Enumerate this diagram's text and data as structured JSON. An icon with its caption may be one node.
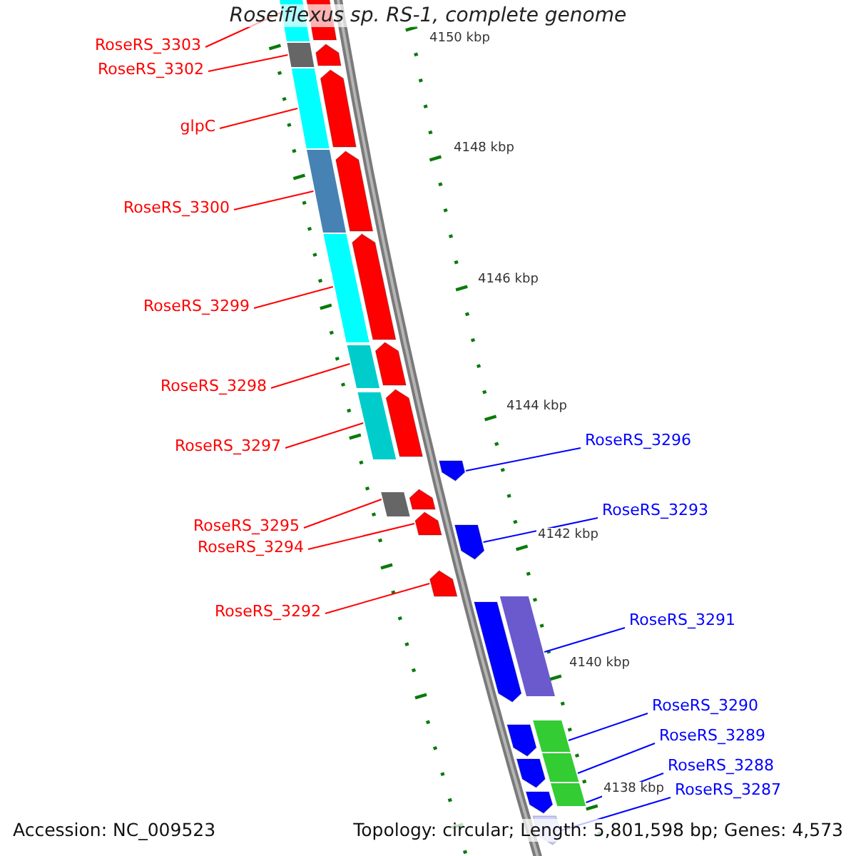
{
  "diagram": {
    "title": "Roseiflexus sp. RS-1, complete genome",
    "nodes": [
      {
        "text": [
          "RoseRS_3303"
        ]
      },
      {
        "text": [],
        "shape": "arrow"
      },
      {
        "text": [
          "RoseRS_3302"
        ]
      },
      {
        "text": [],
        "shape": "arrow"
      },
      {
        "text": [
          "glpC"
        ]
      },
      {
        "text": [],
        "shape": "arrow"
      },
      {
        "text": [
          "RoseRS_3300"
        ]
      },
      {
        "text": [],
        "shape": "arrow"
      },
      {
        "text": [
          "RoseRS_3299"
        ]
      },
      {
        "text": [],
        "shape": "arrow"
      },
      {
        "text": [
          "RoseRS_3298"
        ]
      },
      {
        "text": [],
        "shape": "arrow"
      },
      {
        "text": [
          "RoseRS_3297"
        ]
      },
      {
        "text": [],
        "shape": "arrow"
      },
      {
        "text": [
          "RoseRS_3295"
        ]
      },
      {
        "text": [],
        "shape": "arrow"
      },
      {
        "text": [
          "RoseRS_3294"
        ]
      },
      {
        "text": [],
        "shape": "arrow"
      },
      {
        "text": [
          "RoseRS_3292"
        ]
      },
      {
        "text": [],
        "shape": "arrow"
      },
      {
        "text": [
          "RoseRS_3296"
        ]
      },
      {
        "text": [],
        "shape": "arrow"
      },
      {
        "text": [
          "RoseRS_3293"
        ]
      },
      {
        "text": [],
        "shape": "arrow"
      },
      {
        "text": [
          "RoseRS_3291"
        ]
      },
      {
        "text": [],
        "shape": "arrow"
      },
      {
        "text": [
          "RoseRS_3290"
        ]
      },
      {
        "text": [],
        "shape": "arrow"
      },
      {
        "text": [
          "RoseRS_3289"
        ]
      },
      {
        "text": [],
        "shape": "arrow"
      },
      {
        "text": [
          "RoseRS_3288"
        ]
      },
      {
        "text": [],
        "shape": "arrow"
      },
      {
        "text": [
          "RoseRS_3287"
        ]
      },
      {
        "text": [],
        "shape": "arrow"
      }
    ],
    "edges": [
      {
        "from": 0,
        "to": 1,
        "arrow": "none"
      },
      {
        "from": 2,
        "to": 3,
        "arrow": "none"
      },
      {
        "from": 4,
        "to": 5,
        "arrow": "none"
      },
      {
        "from": 6,
        "to": 7,
        "arrow": "none"
      },
      {
        "from": 8,
        "to": 9,
        "arrow": "none"
      },
      {
        "from": 10,
        "to": 11,
        "arrow": "none"
      },
      {
        "from": 12,
        "to": 13,
        "arrow": "none"
      },
      {
        "from": 14,
        "to": 15,
        "arrow": "none"
      },
      {
        "from": 16,
        "to": 17,
        "arrow": "none"
      },
      {
        "from": 18,
        "to": 19,
        "arrow": "none"
      },
      {
        "from": 20,
        "to": 21,
        "arrow": "none",
        "color": "#0000ff"
      },
      {
        "from": 22,
        "to": 23,
        "arrow": "none",
        "color": "#0000ff"
      },
      {
        "from": 24,
        "to": 25,
        "arrow": "none",
        "color": "#0000ff"
      },
      {
        "from": 26,
        "to": 27,
        "arrow": "none",
        "color": "#0000ff"
      },
      {
        "from": 28,
        "to": 29,
        "arrow": "none",
        "color": "#0000ff"
      },
      {
        "from": 30,
        "to": 31,
        "arrow": "none",
        "color": "#0000ff"
      },
      {
        "from": 32,
        "to": 33,
        "arrow": "none",
        "color": "#0000ff"
      }
    ],
    "labels": [
      "4150 kbp",
      "4148 kbp",
      "4146 kbp",
      "4144 kbp",
      "4142 kbp",
      "4140 kbp",
      "4138 kbp",
      "Accession: NC_009523",
      "Topology: circular; Length: 5,801,598 bp; Genes: 4,573"
    ]
  }
}
